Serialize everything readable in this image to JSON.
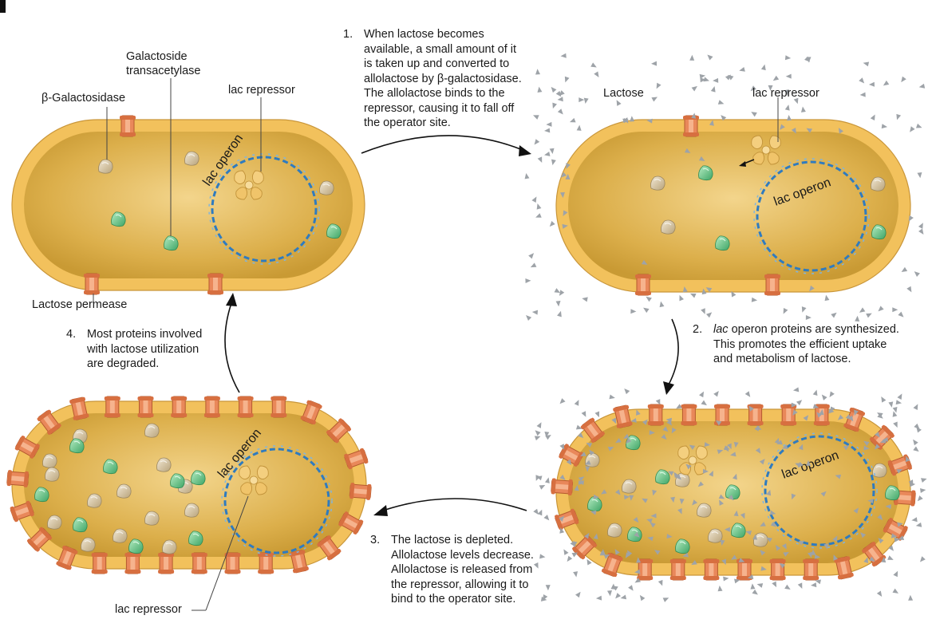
{
  "labels": {
    "beta_galactosidase": "β-Galactosidase",
    "galactoside_transacetylase_line1": "Galactoside",
    "galactoside_transacetylase_line2": "transacetylase",
    "lac_repressor": "lac repressor",
    "lac_operon": "lac operon",
    "lactose_permease": "Lactose permease",
    "lactose": "Lactose"
  },
  "steps": {
    "step1": {
      "number": "1.",
      "lines": [
        "When lactose becomes",
        "available, a small amount of it",
        "is taken up and converted to",
        "allolactose by β-galactosidase.",
        "The allolactose binds to the",
        "repressor, causing it to fall off",
        "the operator site."
      ]
    },
    "step2": {
      "number": "2.",
      "italic_word": "lac",
      "line1_rest": " operon proteins are synthesized.",
      "lines": [
        "This promotes the efficient uptake",
        "and metabolism of lactose."
      ]
    },
    "step3": {
      "number": "3.",
      "lines": [
        "The lactose is depleted.",
        "Allolactose levels decrease.",
        "Allolactose is released from",
        "the repressor, allowing it to",
        "bind to the operator site."
      ]
    },
    "step4": {
      "number": "4.",
      "lines": [
        "Most proteins involved",
        "with lactose utilization",
        "are degraded."
      ]
    }
  },
  "colors": {
    "membrane": "#f2c15c",
    "cytoplasm": "#ddb04e",
    "dna": "#2f7bbf",
    "permease": "#e9885a",
    "galactosidase": "#d8c6a0",
    "transacetylase": "#7cc98e",
    "lactose_triangle": "#9ea3a8"
  }
}
